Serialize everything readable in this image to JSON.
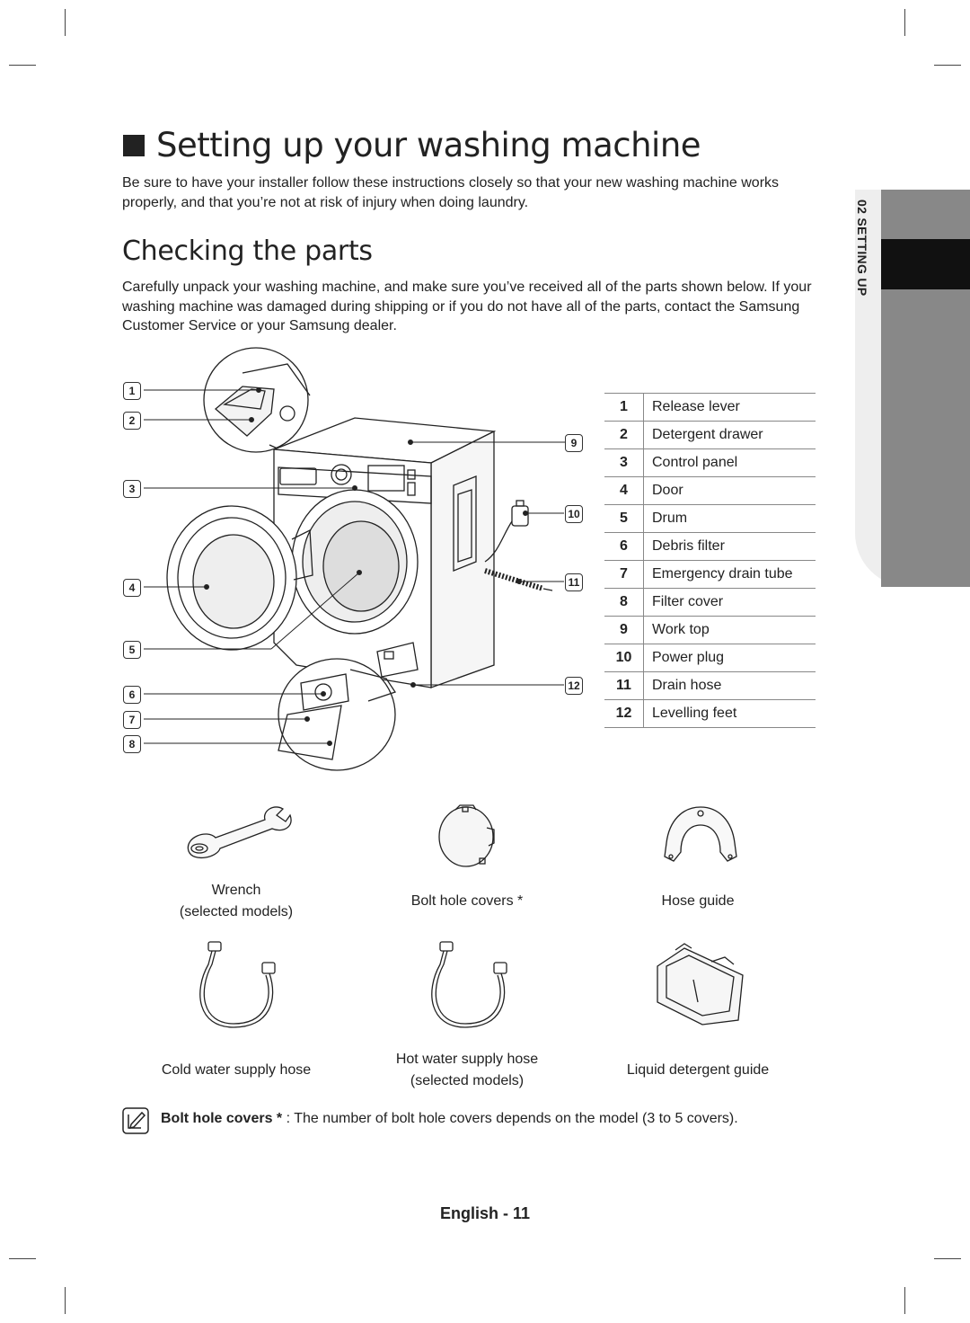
{
  "page": {
    "title": "Setting up your washing machine",
    "intro": "Be sure to have your installer follow these instructions closely so that your new washing machine works properly, and that you’re not at risk of injury when doing laundry.",
    "section_title": "Checking the parts",
    "section_text": "Carefully unpack your washing machine, and make sure you’ve received all of the parts shown below. If your washing machine was damaged during shipping or if you do not have all of the parts, contact the Samsung Customer Service or your Samsung dealer.",
    "side_tab": "02 SETTING UP",
    "footer": "English - 11"
  },
  "callouts": {
    "c1": "1",
    "c2": "2",
    "c3": "3",
    "c4": "4",
    "c5": "5",
    "c6": "6",
    "c7": "7",
    "c8": "8",
    "c9": "9",
    "c10": "10",
    "c11": "11",
    "c12": "12"
  },
  "parts": [
    {
      "num": "1",
      "label": "Release lever"
    },
    {
      "num": "2",
      "label": "Detergent drawer"
    },
    {
      "num": "3",
      "label": "Control panel"
    },
    {
      "num": "4",
      "label": "Door"
    },
    {
      "num": "5",
      "label": "Drum"
    },
    {
      "num": "6",
      "label": "Debris filter"
    },
    {
      "num": "7",
      "label": "Emergency drain tube"
    },
    {
      "num": "8",
      "label": "Filter cover"
    },
    {
      "num": "9",
      "label": "Work top"
    },
    {
      "num": "10",
      "label": "Power plug"
    },
    {
      "num": "11",
      "label": "Drain hose"
    },
    {
      "num": "12",
      "label": "Levelling feet"
    }
  ],
  "accessories": {
    "wrench_line1": "Wrench",
    "wrench_line2": "(selected models)",
    "bolt_hole_covers": "Bolt hole covers *",
    "hose_guide": "Hose guide",
    "cold_hose": "Cold water supply hose",
    "hot_hose_line1": "Hot water supply hose",
    "hot_hose_line2": "(selected models)",
    "liquid_guide": "Liquid detergent guide"
  },
  "note": {
    "bold": "Bolt hole covers *",
    "text": " : The number of bolt hole covers depends on the model (3 to 5 covers)."
  },
  "icons": [
    "note-icon"
  ]
}
